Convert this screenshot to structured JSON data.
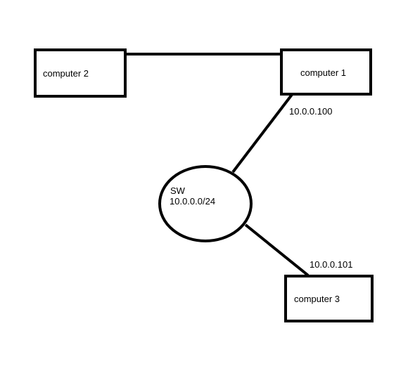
{
  "nodes": {
    "computer1": "computer 1",
    "computer2": "computer 2",
    "computer3": "computer 3",
    "switch": {
      "name": "SW",
      "subnet": "10.0.0.0/24"
    }
  },
  "addresses": {
    "computer1_ip": "10.0.0.100",
    "computer3_ip": "10.0.0.101"
  },
  "links": [
    [
      "computer 2",
      "computer 1"
    ],
    [
      "computer 1",
      "SW"
    ],
    [
      "SW",
      "computer 3"
    ]
  ]
}
